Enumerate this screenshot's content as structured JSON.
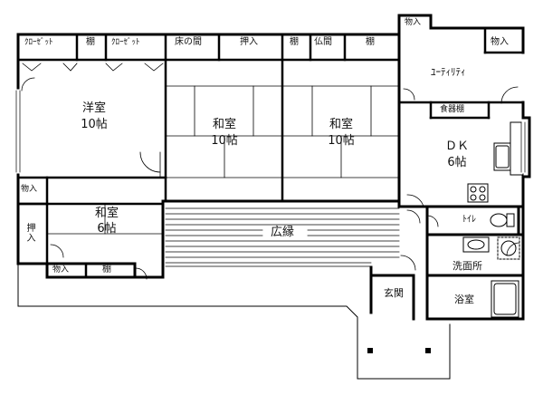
{
  "floor_plan": {
    "rooms": {
      "western_room": {
        "name": "洋室",
        "size": "10帖"
      },
      "japanese_room_1": {
        "name": "和室",
        "size": "10帖"
      },
      "japanese_room_2": {
        "name": "和室",
        "size": "10帖"
      },
      "japanese_room_small": {
        "name": "和室",
        "size": "6帖"
      },
      "dk": {
        "name": "ＤＫ",
        "size": "6帖"
      },
      "veranda": "広縁",
      "utility": "ﾕｰﾃｨﾘﾃｨ",
      "toilet": "ﾄｲﾚ",
      "washroom": "洗面所",
      "entrance": "玄関",
      "bath": "浴室"
    },
    "storage": {
      "closet_1": "ｸﾛｰｾﾞｯﾄ",
      "closet_2": "ｸﾛｰｾﾞｯﾄ",
      "shelf_1": "棚",
      "tokonoma": "床の間",
      "oshiire_top": "押入",
      "shelf_2": "棚",
      "butsuma": "仏間",
      "shelf_3": "棚",
      "monoire_top_right": "物入",
      "monoire_right": "物入",
      "cupboard": "食器棚",
      "monoire_left": "物入",
      "oshiire_left": "押入",
      "monoire_bottom": "物入",
      "shelf_bottom": "棚"
    }
  }
}
